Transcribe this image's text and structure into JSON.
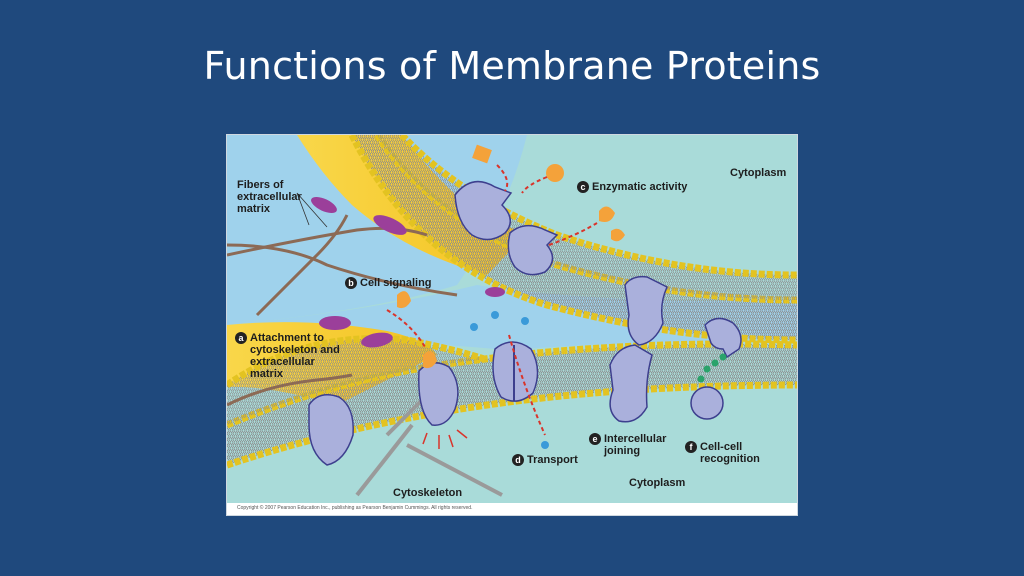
{
  "slide": {
    "title": "Functions of Membrane Proteins"
  },
  "figure": {
    "labels": {
      "fibers": "Fibers of\nextracellular\nmatrix",
      "cytoplasm_top": "Cytoplasm",
      "cytoplasm_bottom": "Cytoplasm",
      "cytoskeleton": "Cytoskeleton",
      "copyright": "Copyright © 2007 Pearson Education Inc., publishing as Pearson Benjamin Cummings. All rights reserved."
    },
    "functions": [
      {
        "letter": "a",
        "text": "Attachment to\ncytoskeleton and\nextracellular\nmatrix"
      },
      {
        "letter": "b",
        "text": "Cell signaling"
      },
      {
        "letter": "c",
        "text": "Enzymatic activity"
      },
      {
        "letter": "d",
        "text": "Transport"
      },
      {
        "letter": "e",
        "text": "Intercellular\njoining"
      },
      {
        "letter": "f",
        "text": "Cell-cell\nrecognition"
      }
    ],
    "colors": {
      "slide_background": "#1f497d",
      "extracellular": "#9fd2ec",
      "cytoplasm": "#a9dbd9",
      "membrane_head": "#f2e04a",
      "membrane_core": "#f7f3e6",
      "protein": "#aab0dc",
      "protein_outline": "#3d3f8e",
      "yellow_region": "#f6c72a",
      "signal_arrow": "#d9342b",
      "ligand_orange": "#f4a23a",
      "ion_blue": "#3a9ad9",
      "glycoprotein_green": "#2aa36b",
      "matrix_fiber": "#8c6a55",
      "purple_protein": "#9b3f9a"
    }
  }
}
